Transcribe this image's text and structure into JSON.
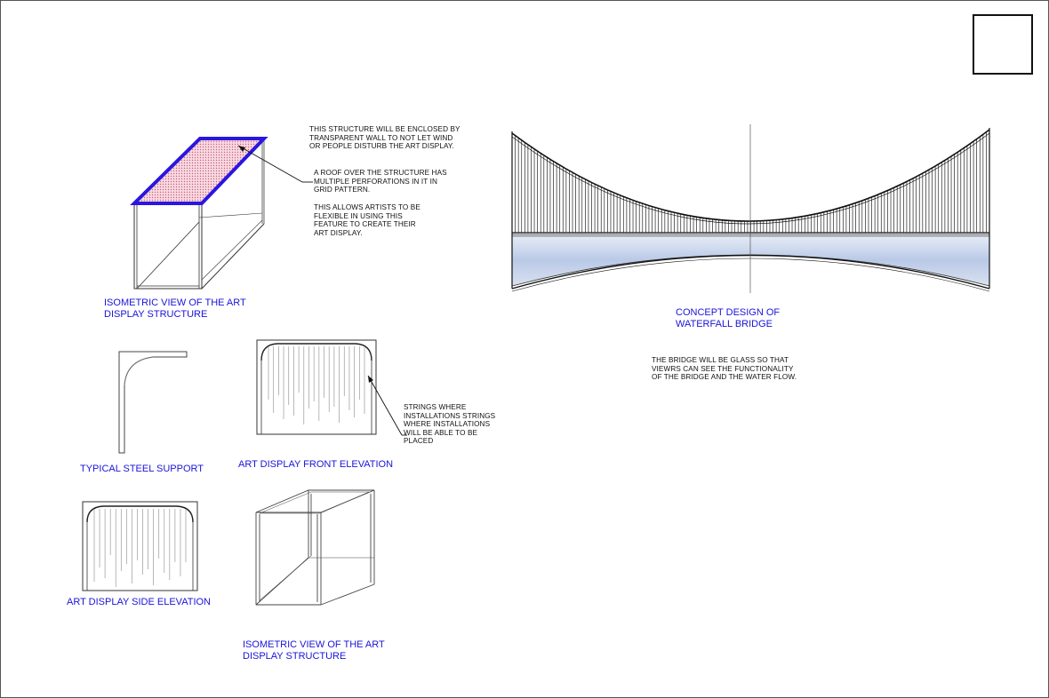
{
  "labels": {
    "iso_view_1": "ISOMETRIC VIEW OF THE ART\nDISPLAY STRUCTURE",
    "steel_support": "TYPICAL STEEL SUPPORT",
    "front_elevation": "ART DISPLAY FRONT  ELEVATION",
    "side_elevation": "ART DISPLAY SIDE ELEVATION",
    "iso_view_2": "ISOMETRIC VIEW OF THE ART\nDISPLAY STRUCTURE",
    "bridge": "CONCEPT DESIGN OF\nWATERFALL BRIDGE"
  },
  "notes": {
    "enclosure": "THIS STRUCTURE WILL BE ENCLOSED BY\nTRANSPARENT WALL TO NOT LET WIND\nOR PEOPLE DISTURB THE ART DISPLAY.",
    "roof": "A ROOF OVER THE STRUCTURE HAS\nMULTIPLE PERFORATIONS IN IT IN\nGRID PATTERN.",
    "artists": "THIS ALLOWS ARTISTS TO BE\nFLEXIBLE IN USING THIS\nFEATURE TO CREATE THEIR\nART DISPLAY.",
    "strings": "STRINGS WHERE\nINSTALLATIONS STRINGS\nWHERE INSTALLATIONS\nWILL BE ABLE TO BE\nPLACED",
    "bridge_glass": "THE BRIDGE WILL BE GLASS SO THAT\nVIEWRS CAN SEE THE FUNCTIONALITY\nOF THE BRIDGE AND THE WATER FLOW."
  },
  "colors": {
    "label_blue": "#1a14d8",
    "roof_outline": "#2a16e0",
    "roof_fill": "#f1c2cf",
    "glass": "#b9c9e6"
  }
}
